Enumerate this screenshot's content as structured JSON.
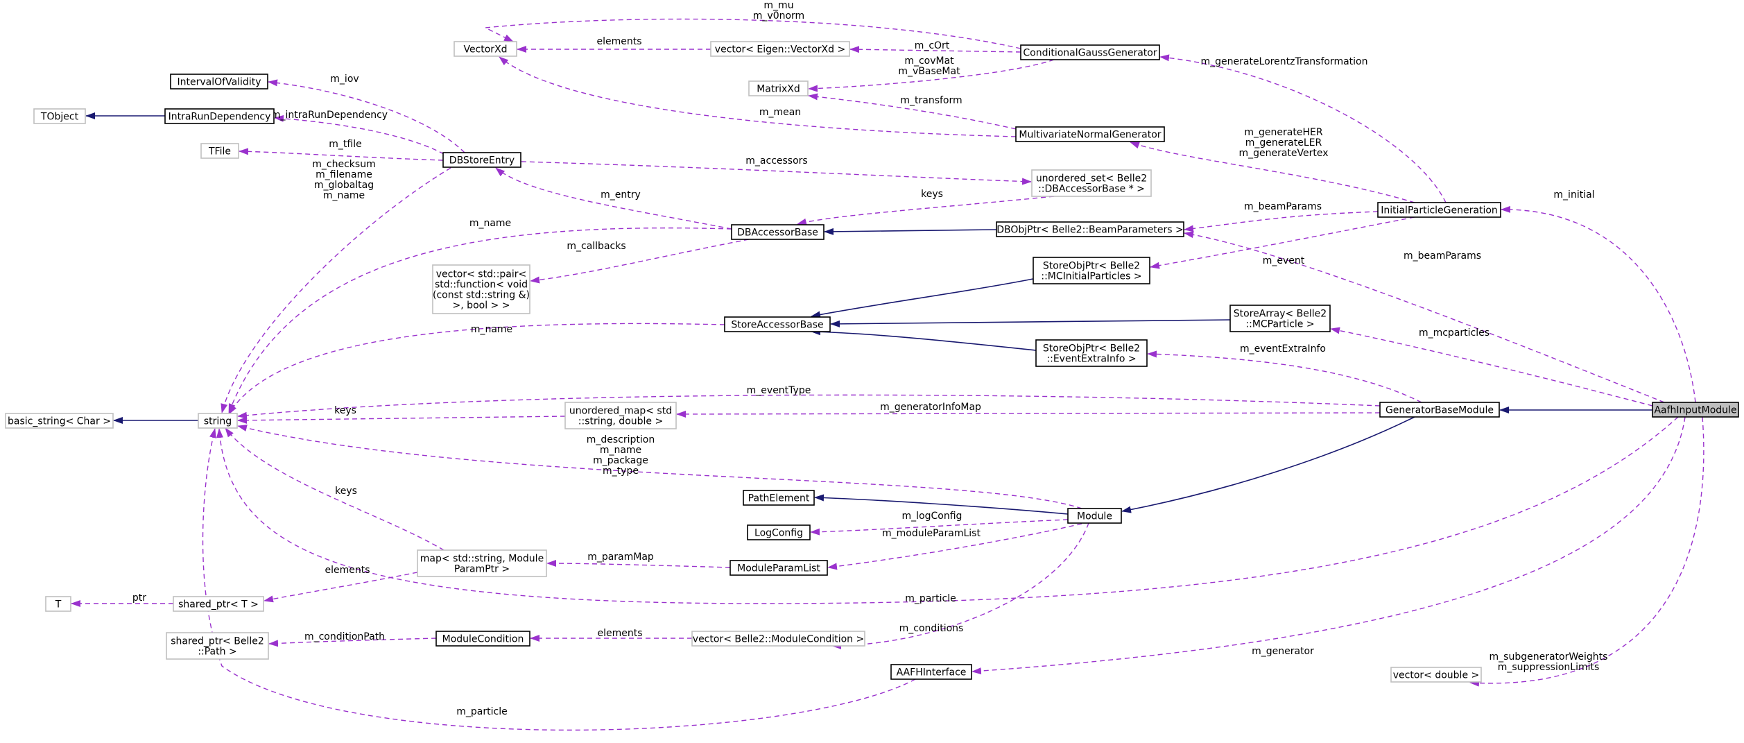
{
  "nodes": {
    "aafh_input_module": [
      "AafhInputModule"
    ],
    "generator_base_module": [
      "GeneratorBaseModule"
    ],
    "module": [
      "Module"
    ],
    "initial_particle_generation": [
      "InitialParticleGeneration"
    ],
    "conditional_gauss_generator": [
      "ConditionalGaussGenerator"
    ],
    "multivariate_normal_generator": [
      "MultivariateNormalGenerator"
    ],
    "vectorxd": [
      "VectorXd"
    ],
    "vector_eigen_vectorxd": [
      "vector< Eigen::VectorXd >"
    ],
    "matrixxd": [
      "MatrixXd"
    ],
    "interval_of_validity": [
      "IntervalOfValidity"
    ],
    "intra_run_dependency": [
      "IntraRunDependency"
    ],
    "tobject": [
      "TObject"
    ],
    "tfile": [
      "TFile"
    ],
    "dbstore_entry": [
      "DBStoreEntry"
    ],
    "unordered_set_dbaccessor": [
      "unordered_set< Belle2",
      "::DBAccessorBase * >"
    ],
    "dbaccessor_base": [
      "DBAccessorBase"
    ],
    "dbobjptr_beam": [
      "DBObjPtr< Belle2::BeamParameters >"
    ],
    "vector_pair_function": [
      "vector< std::pair<",
      "std::function< void",
      "(const std::string &)",
      ">, bool > >"
    ],
    "storeobjptr_mcinitial": [
      "StoreObjPtr< Belle2",
      "::MCInitialParticles >"
    ],
    "store_accessor_base": [
      "StoreAccessorBase"
    ],
    "storearray_mcparticle": [
      "StoreArray< Belle2",
      "::MCParticle >"
    ],
    "storeobjptr_eventextra": [
      "StoreObjPtr< Belle2",
      "::EventExtraInfo >"
    ],
    "basic_string": [
      "basic_string< Char >"
    ],
    "string": [
      "string"
    ],
    "unordered_map_string_double": [
      "unordered_map< std",
      "::string, double >"
    ],
    "path_element": [
      "PathElement"
    ],
    "log_config": [
      "LogConfig"
    ],
    "map_module_param": [
      "map< std::string, Module",
      "ParamPtr >"
    ],
    "module_param_list": [
      "ModuleParamList"
    ],
    "t": [
      "T"
    ],
    "shared_ptr_t": [
      "shared_ptr< T >"
    ],
    "shared_ptr_path": [
      "shared_ptr< Belle2",
      "::Path >"
    ],
    "module_condition": [
      "ModuleCondition"
    ],
    "vector_module_condition": [
      "vector< Belle2::ModuleCondition >"
    ],
    "aafh_interface": [
      "AAFHInterface"
    ],
    "vector_double": [
      "vector< double >"
    ]
  },
  "edge_labels": {
    "mu_v0norm": [
      "m_mu",
      "m_v0norm"
    ],
    "elements_vectorxd": [
      "elements"
    ],
    "c_ort": [
      "m_cOrt"
    ],
    "cov_mat": [
      "m_covMat",
      "m_vBaseMat"
    ],
    "transform": [
      "m_transform"
    ],
    "mean": [
      "m_mean"
    ],
    "generate_lorentz": [
      "m_generateLorentzTransformation"
    ],
    "generate_her": [
      "m_generateHER",
      "m_generateLER",
      "m_generateVertex"
    ],
    "iov": [
      "m_iov"
    ],
    "intra_run_dependency": [
      "m_intraRunDependency"
    ],
    "tfile": [
      "m_tfile"
    ],
    "checksum": [
      "m_checksum",
      "m_filename",
      "m_globaltag",
      "m_name"
    ],
    "accessors": [
      "m_accessors"
    ],
    "entry": [
      "m_entry"
    ],
    "keys_set": [
      "keys"
    ],
    "name_dbaccessor": [
      "m_name"
    ],
    "callbacks": [
      "m_callbacks"
    ],
    "beam_params_ipg": [
      "m_beamParams"
    ],
    "event": [
      "m_event"
    ],
    "initial": [
      "m_initial"
    ],
    "beam_params_aafh": [
      "m_beamParams"
    ],
    "name_store": [
      "m_name"
    ],
    "mcparticles": [
      "m_mcparticles"
    ],
    "event_extra_info": [
      "m_eventExtraInfo"
    ],
    "event_type": [
      "m_eventType"
    ],
    "keys_map": [
      "keys"
    ],
    "generator_info_map": [
      "m_generatorInfoMap"
    ],
    "description": [
      "m_description",
      "m_name",
      "m_package",
      "m_type"
    ],
    "keys_param": [
      "keys"
    ],
    "log_config": [
      "m_logConfig"
    ],
    "module_param_list": [
      "m_moduleParamList"
    ],
    "param_map": [
      "m_paramMap"
    ],
    "elements_param": [
      "elements"
    ],
    "particle_module": [
      "m_particle"
    ],
    "ptr": [
      "ptr"
    ],
    "condition_path": [
      "m_conditionPath"
    ],
    "elements_condition": [
      "elements"
    ],
    "conditions": [
      "m_conditions"
    ],
    "generator": [
      "m_generator"
    ],
    "particle_aafh": [
      "m_particle"
    ],
    "subgenerator": [
      "m_subgeneratorWeights",
      "m_suppressionLimits"
    ]
  },
  "colors": {
    "inheritance_edge": "#191970",
    "member_edge": "#9a32cd",
    "focus_node_fill": "#bfbfbf",
    "grey_node_border": "#bfbfbf"
  }
}
